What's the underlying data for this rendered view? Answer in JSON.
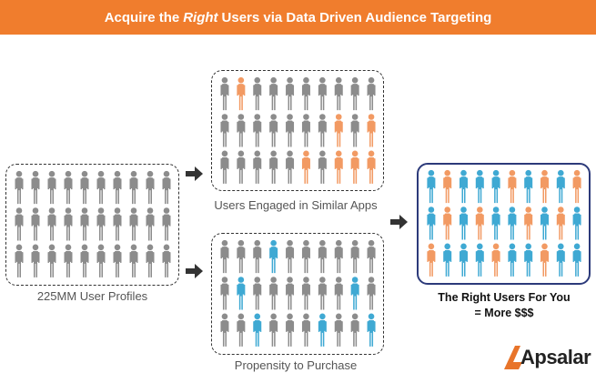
{
  "banner": {
    "prefix": "Acquire the",
    "emphasis": "Right",
    "suffix": "Users via Data Driven Audience Targeting"
  },
  "colors": {
    "accent": "#f07d2d",
    "gray": "#8c8c8c",
    "orange": "#f29a63",
    "blue": "#3fa9d3",
    "final_border": "#2c3a7a"
  },
  "boxes": {
    "all_users": {
      "label": "225MM User Profiles",
      "rows": [
        "gggggggggg",
        "gggggggggg",
        "gggggggggg"
      ]
    },
    "similar_apps": {
      "label": "Users Engaged in Similar Apps",
      "rows": [
        "gogggggggg",
        "gggggggogo",
        "gggggogooo"
      ]
    },
    "purchase": {
      "label": "Propensity to Purchase",
      "rows": [
        "gggbgggggg",
        "gbggggggbg",
        "ggbgggbggb"
      ]
    },
    "right_users": {
      "label_line1": "The Right Users For You",
      "label_line2": "= More $$$",
      "rows": [
        "bobbbobobo",
        "bobobbobob",
        "obbbobbobb"
      ]
    }
  },
  "logo": {
    "text": "Apsalar",
    "icon": "apsalar-chevron-icon"
  }
}
